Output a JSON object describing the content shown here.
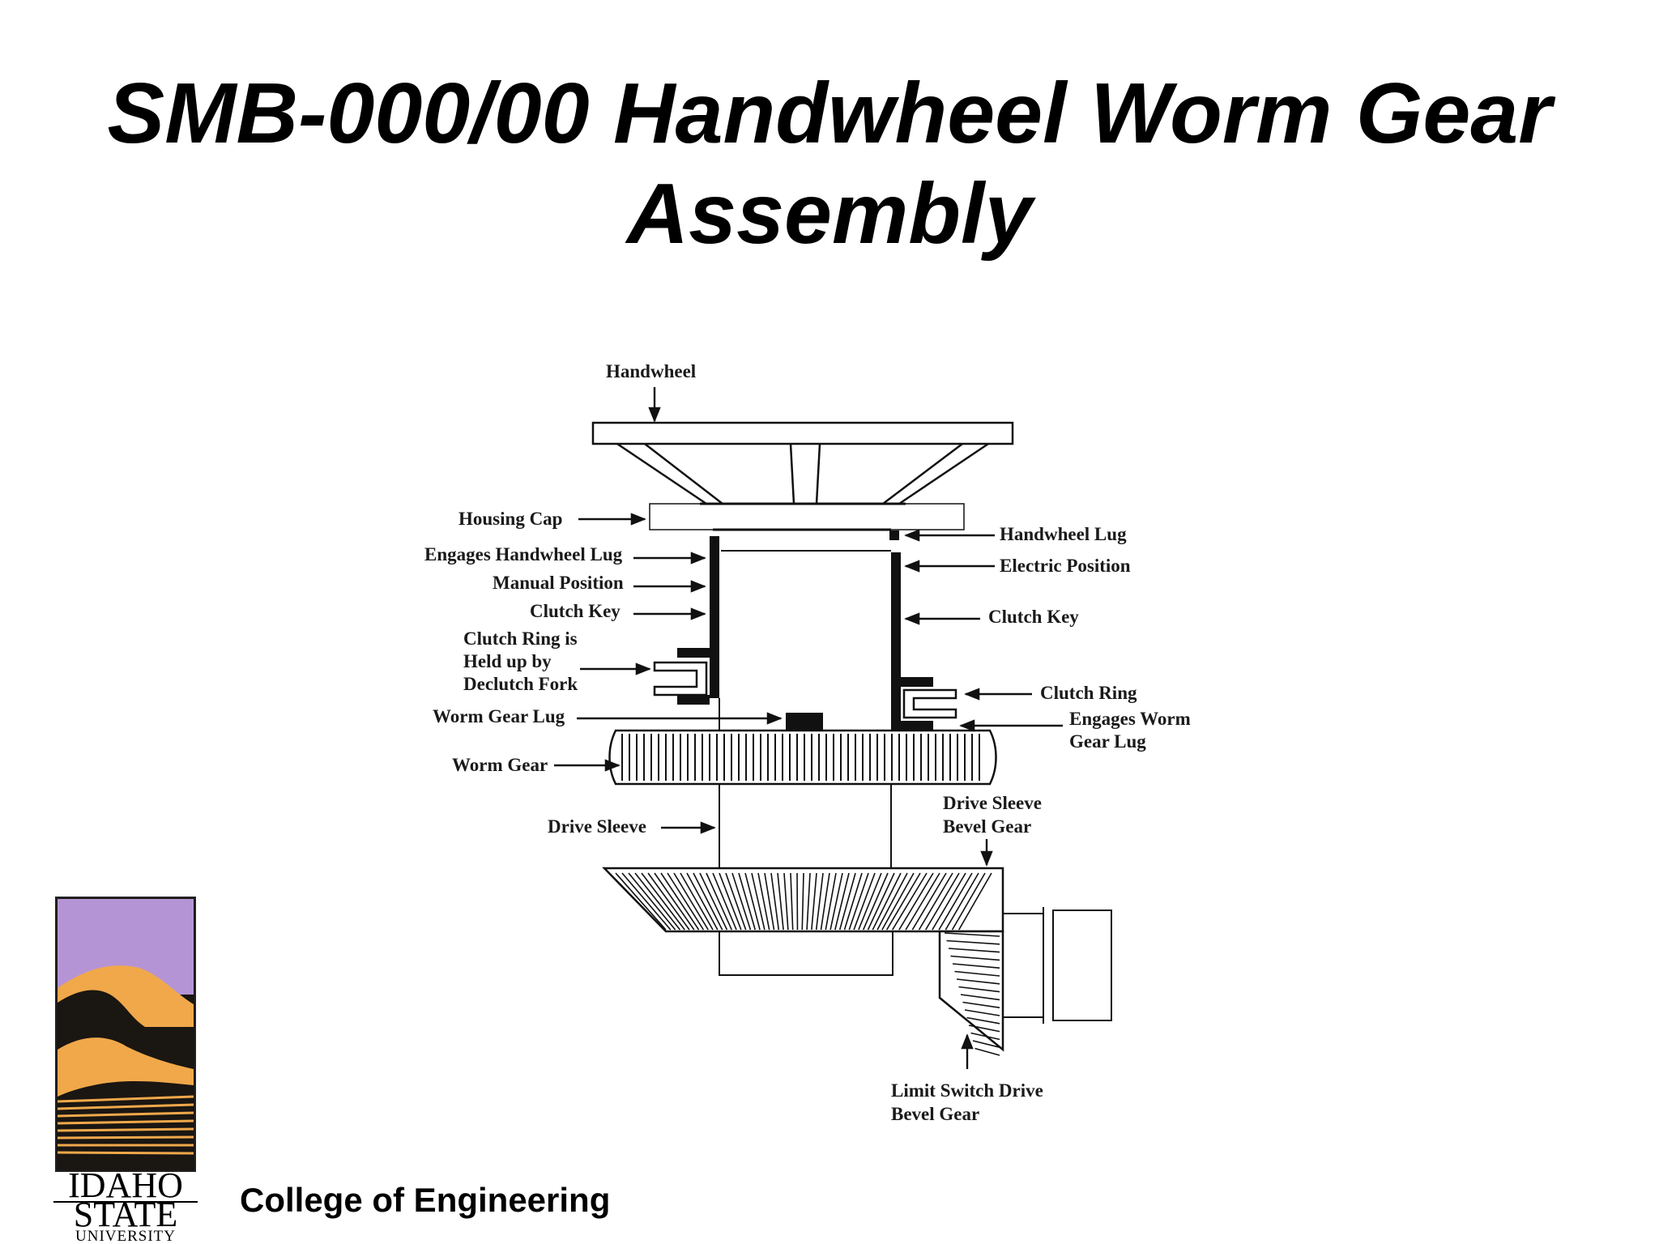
{
  "slide": {
    "title": "SMB-000/00 Handwheel Worm Gear Assembly",
    "footer": "College of Engineering"
  },
  "logo": {
    "line1": "IDAHO",
    "line2": "STATE",
    "line3": "UNIVERSITY",
    "colors": {
      "sky": "#b594d6",
      "mountain": "#f0a84a",
      "dark": "#1a1612"
    }
  },
  "diagram": {
    "labels": {
      "handwheel": "Handwheel",
      "housing_cap": "Housing Cap",
      "handwheel_lug": "Handwheel Lug",
      "engages_handwheel_lug": "Engages Handwheel Lug",
      "electric_position": "Electric Position",
      "manual_position": "Manual Position",
      "clutch_key_left": "Clutch Key",
      "clutch_key_right": "Clutch Key",
      "clutch_ring_held_1": "Clutch Ring is",
      "clutch_ring_held_2": "Held up by",
      "clutch_ring_held_3": "Declutch Fork",
      "clutch_ring": "Clutch Ring",
      "worm_gear_lug": "Worm Gear Lug",
      "engages_worm_1": "Engages Worm",
      "engages_worm_2": "Gear Lug",
      "worm_gear": "Worm Gear",
      "drive_sleeve": "Drive Sleeve",
      "drive_sleeve_bevel_1": "Drive Sleeve",
      "drive_sleeve_bevel_2": "Bevel Gear",
      "limit_switch_1": "Limit Switch Drive",
      "limit_switch_2": "Bevel Gear"
    }
  }
}
